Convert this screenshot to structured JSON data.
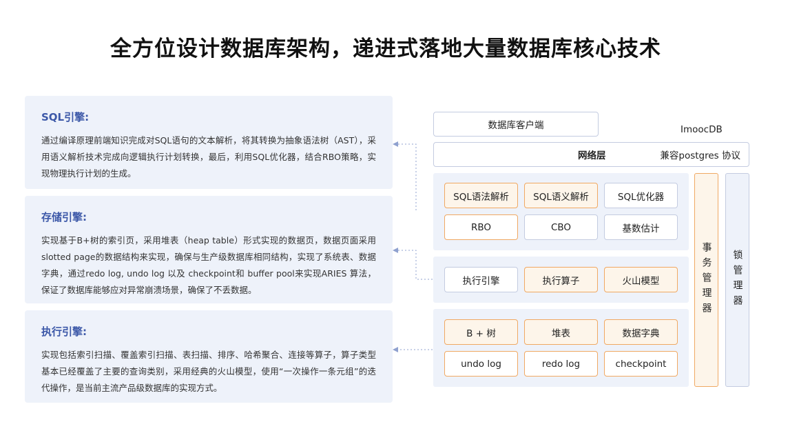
{
  "title": "全方位设计数据库架构，递进式落地大量数据库核心技术",
  "panels": {
    "sql": {
      "heading": "SQL引擎:",
      "body": "通过编译原理前端知识完成对SQL语句的文本解析，将其转换为抽象语法树（AST），采用语义解析技术完成向逻辑执行计划转换，最后，利用SQL优化器，结合RBO策略，实现物理执行计划的生成。"
    },
    "storage": {
      "heading": "存储引擎:",
      "body": "实现基于B+树的索引页，采用堆表（heap table）形式实现的数据页，数据页面采用slotted page的数据结构来实现，确保与生产级数据库相同结构，实现了系统表、数据字典，通过redo log, undo log 以及 checkpoint和 buffer pool来实现ARIES 算法，保证了数据库能够应对异常崩溃场景，确保了不丢数据。"
    },
    "exec": {
      "heading": "执行引擎:",
      "body": "实现包括索引扫描、覆盖索引扫描、表扫描、排序、哈希聚合、连接等算子，算子类型基本已经覆盖了主要的查询类别，采用经典的火山模型，使用“一次操作一条元组”的迭代操作，是当前主流产品级数据库的实现方式。"
    }
  },
  "architecture": {
    "client": "数据库客户端",
    "product_name": "ImoocDB",
    "network_layer": "网络层",
    "protocol": "兼容postgres 协议",
    "sql_layer": [
      "SQL语法解析",
      "SQL语义解析",
      "SQL优化器",
      "RBO",
      "CBO",
      "基数估计"
    ],
    "exec_layer": [
      "执行引擎",
      "执行算子",
      "火山模型"
    ],
    "storage_layer": [
      "B + 树",
      "堆表",
      "数据字典",
      "undo log",
      "redo log",
      "checkpoint"
    ],
    "txn_manager": "事务管理器",
    "lock_manager": "锁管理器"
  },
  "colors": {
    "heading_blue": "#3c58a8",
    "panel_bg": "#eef2fa",
    "orange_border": "#f0a862",
    "orange_fill": "#fdf5ea",
    "gray_border": "#c3cbe0"
  }
}
